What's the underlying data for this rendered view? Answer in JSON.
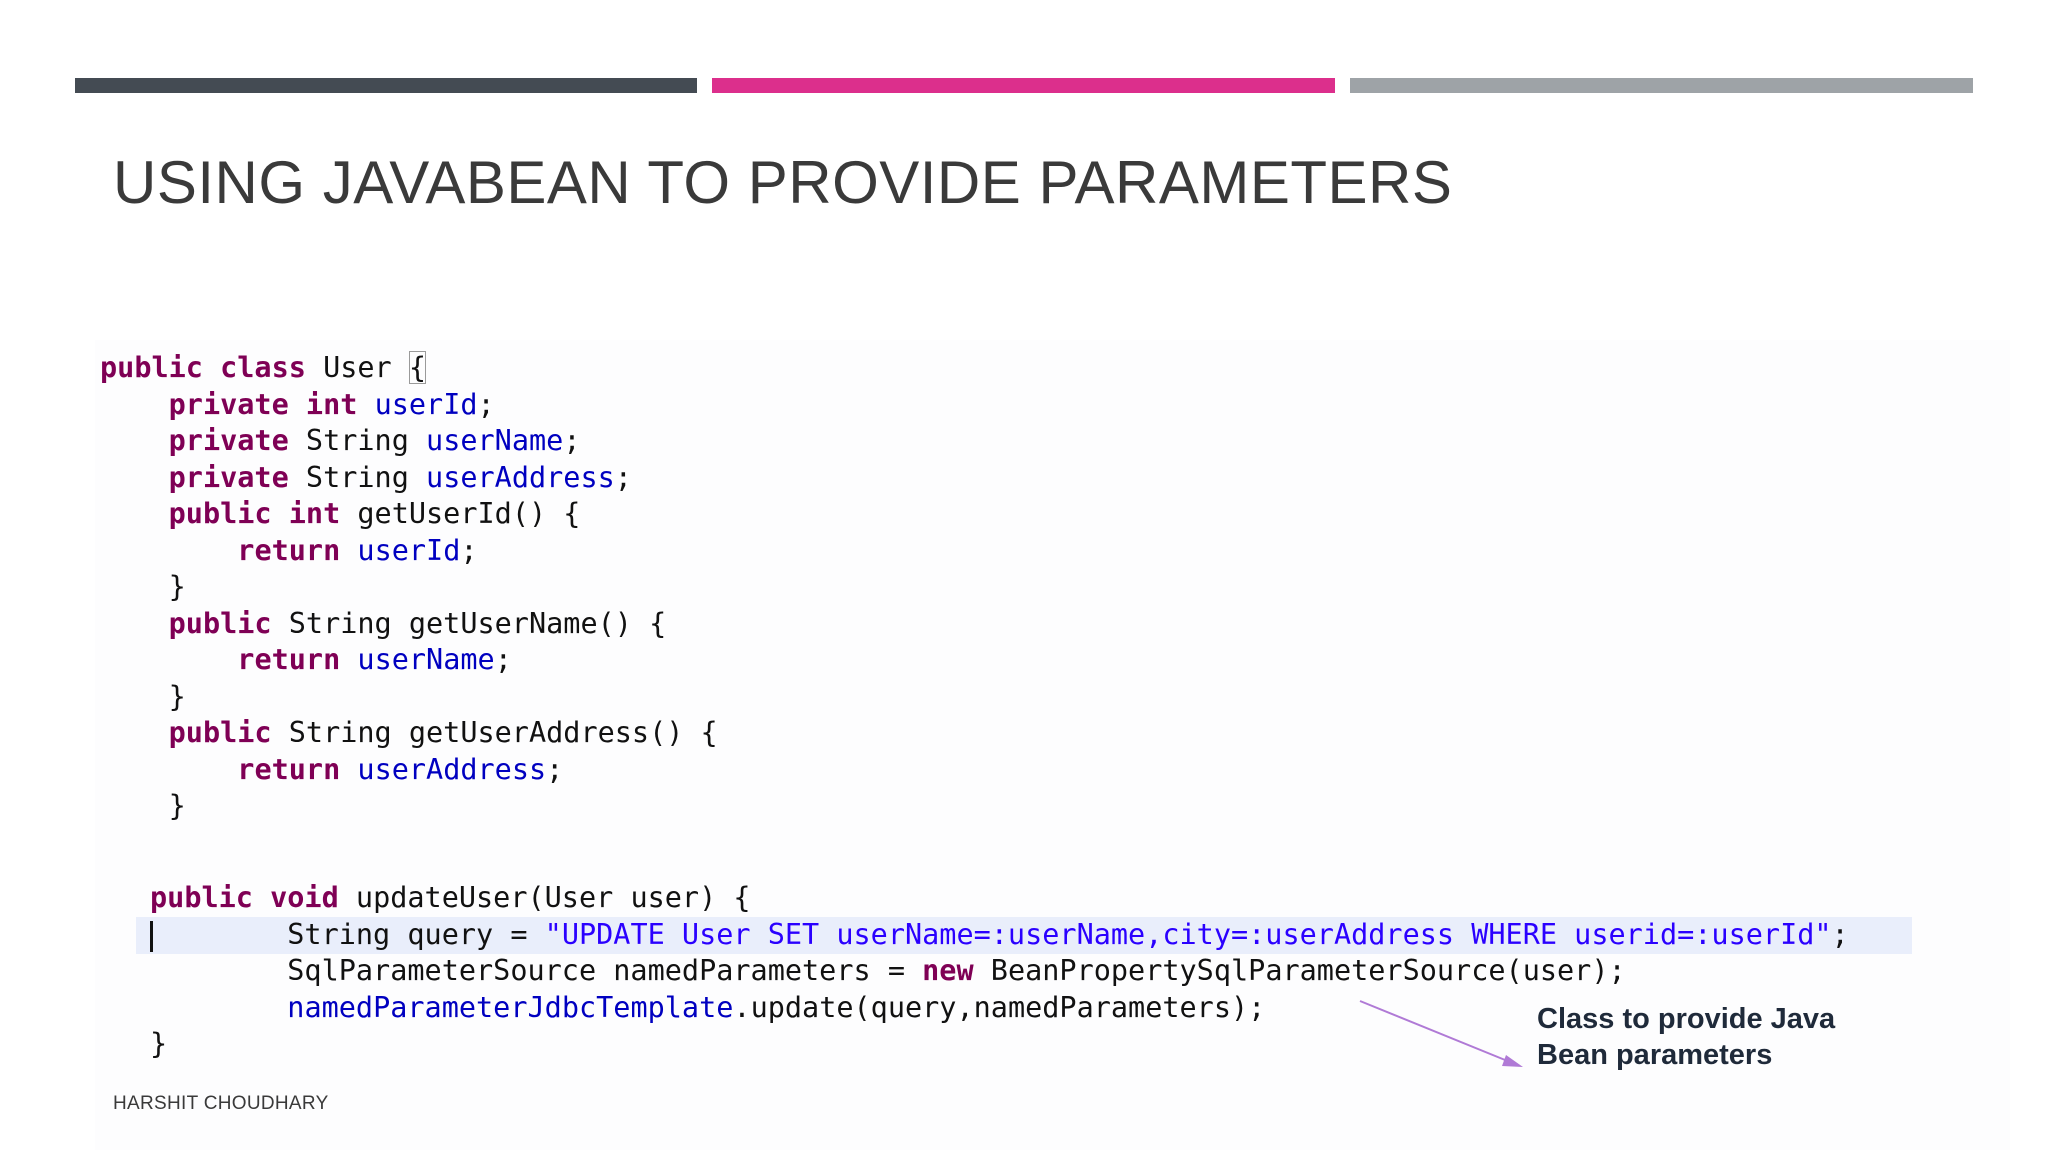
{
  "slide": {
    "title": "USING JAVABEAN TO PROVIDE PARAMETERS",
    "footer": "HARSHIT CHOUDHARY",
    "callout_line1": "Class to provide Java",
    "callout_line2": "Bean parameters"
  },
  "colors": {
    "bar_dark": "#444b53",
    "bar_accent": "#dc2f8c",
    "bar_light": "#9ea3a7",
    "keyword": "#7f0055",
    "field": "#0000c0",
    "string": "#2a00ff",
    "arrow": "#b07ad6"
  },
  "code": {
    "user_class": [
      [
        {
          "t": "public class",
          "c": "kw"
        },
        {
          "t": " User "
        },
        {
          "t": "{",
          "c": "brace-box"
        }
      ],
      [
        {
          "t": "    "
        },
        {
          "t": "private int",
          "c": "kw"
        },
        {
          "t": " "
        },
        {
          "t": "userId",
          "c": "fld"
        },
        {
          "t": ";"
        }
      ],
      [
        {
          "t": "    "
        },
        {
          "t": "private",
          "c": "kw"
        },
        {
          "t": " String "
        },
        {
          "t": "userName",
          "c": "fld"
        },
        {
          "t": ";"
        }
      ],
      [
        {
          "t": "    "
        },
        {
          "t": "private",
          "c": "kw"
        },
        {
          "t": " String "
        },
        {
          "t": "userAddress",
          "c": "fld"
        },
        {
          "t": ";"
        }
      ],
      [
        {
          "t": "    "
        },
        {
          "t": "public int",
          "c": "kw"
        },
        {
          "t": " getUserId() {"
        }
      ],
      [
        {
          "t": "        "
        },
        {
          "t": "return",
          "c": "kw"
        },
        {
          "t": " "
        },
        {
          "t": "userId",
          "c": "fld"
        },
        {
          "t": ";"
        }
      ],
      [
        {
          "t": "    }"
        }
      ],
      [
        {
          "t": "    "
        },
        {
          "t": "public",
          "c": "kw"
        },
        {
          "t": " String getUserName() {"
        }
      ],
      [
        {
          "t": "        "
        },
        {
          "t": "return",
          "c": "kw"
        },
        {
          "t": " "
        },
        {
          "t": "userName",
          "c": "fld"
        },
        {
          "t": ";"
        }
      ],
      [
        {
          "t": "    }"
        }
      ],
      [
        {
          "t": "    "
        },
        {
          "t": "public",
          "c": "kw"
        },
        {
          "t": " String getUserAddress() {"
        }
      ],
      [
        {
          "t": "        "
        },
        {
          "t": "return",
          "c": "kw"
        },
        {
          "t": " "
        },
        {
          "t": "userAddress",
          "c": "fld"
        },
        {
          "t": ";"
        }
      ],
      [
        {
          "t": "    }"
        }
      ]
    ],
    "update_method": [
      [
        {
          "t": "public void",
          "c": "kw"
        },
        {
          "t": " updateUser(User user) {"
        }
      ],
      [
        {
          "t": "        String query = "
        },
        {
          "t": "\"UPDATE User SET userName=:userName,city=:userAddress WHERE userid=:userId\"",
          "c": "str"
        },
        {
          "t": ";"
        }
      ],
      [
        {
          "t": "        SqlParameterSource namedParameters = "
        },
        {
          "t": "new",
          "c": "kw"
        },
        {
          "t": " BeanPropertySqlParameterSource(user);"
        }
      ],
      [
        {
          "t": "        "
        },
        {
          "t": "namedParameterJdbcTemplate",
          "c": "fld"
        },
        {
          "t": ".update(query,namedParameters);"
        }
      ],
      [
        {
          "t": "}"
        }
      ]
    ]
  }
}
